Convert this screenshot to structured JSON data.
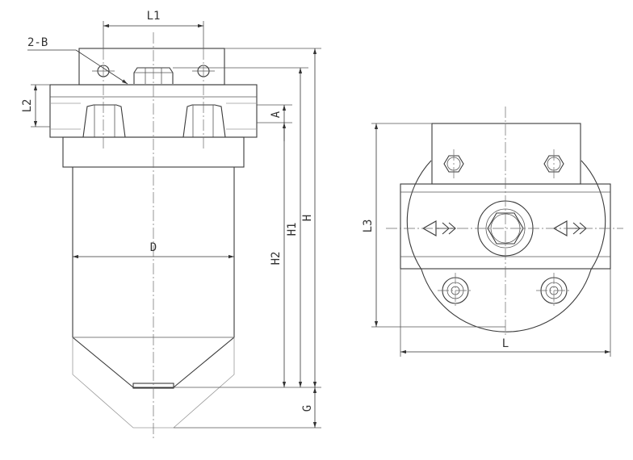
{
  "labels": {
    "L1": "L1",
    "B": "2-B",
    "L2": "L2",
    "A": "A",
    "D": "D",
    "H2": "H2",
    "H1": "H1",
    "H": "H",
    "G": "G",
    "L3": "L3",
    "L": "L"
  }
}
